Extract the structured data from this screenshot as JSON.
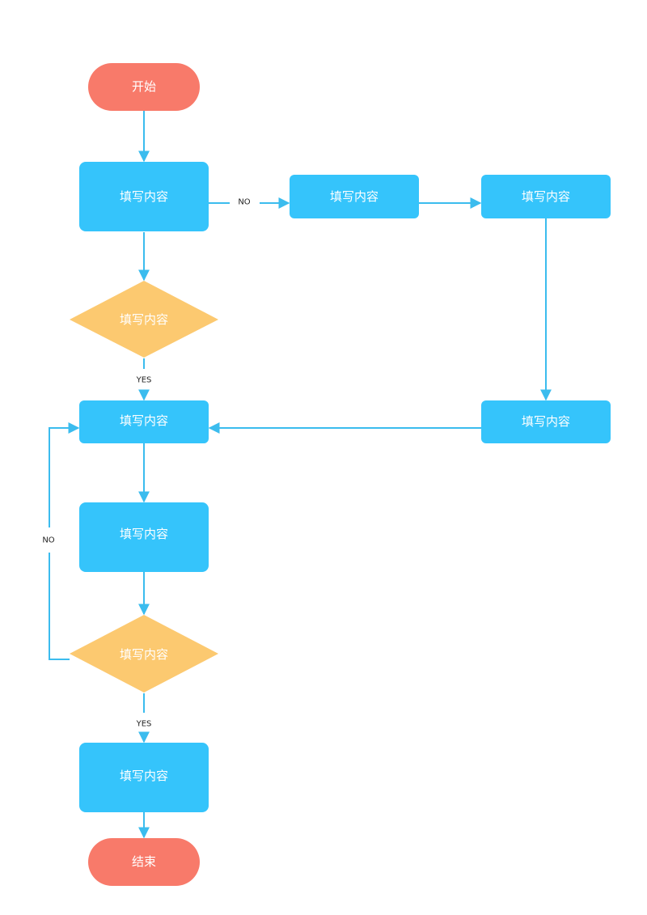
{
  "colors": {
    "terminal": "#f87a6a",
    "process": "#35c4fb",
    "decision": "#fcc970",
    "connector": "#3bbcee",
    "label_text": "#222222",
    "node_text": "#ffffff"
  },
  "nodes": {
    "start": "开始",
    "step_1": "填写内容",
    "decision_1": "填写内容",
    "branch_1": "填写内容",
    "branch_2": "填写内容",
    "branch_3": "填写内容",
    "step_2": "填写内容",
    "step_3": "填写内容",
    "decision_2": "填写内容",
    "step_4": "填写内容",
    "end": "结束"
  },
  "edge_labels": {
    "no_1": "NO",
    "yes_1": "YES",
    "no_2": "NO",
    "yes_2": "YES"
  }
}
